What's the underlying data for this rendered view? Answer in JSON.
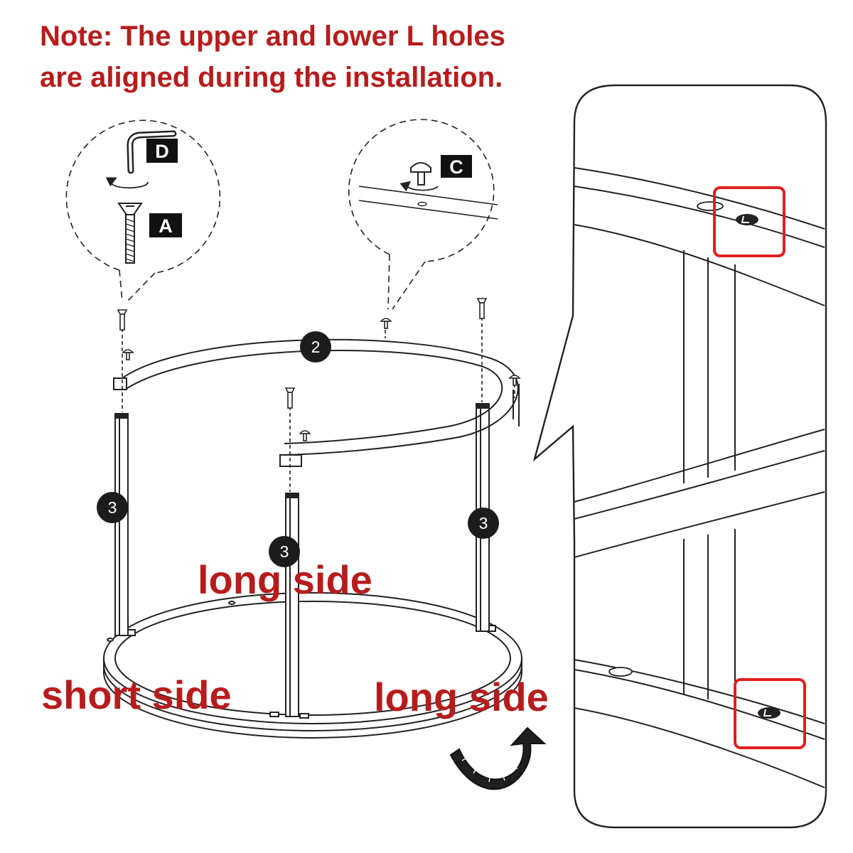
{
  "note": {
    "line1": "Note: The upper and lower L holes",
    "line2": "are aligned during the installation."
  },
  "labels": {
    "long_side_top": "long side",
    "short_side": "short side",
    "long_side_bottom": "long side"
  },
  "parts": {
    "a": "A",
    "c": "C",
    "d": "D",
    "ring": "2",
    "leg": "3"
  },
  "colors": {
    "accent": "#b71c1c",
    "highlight": "#e0201f",
    "line": "#222222"
  }
}
